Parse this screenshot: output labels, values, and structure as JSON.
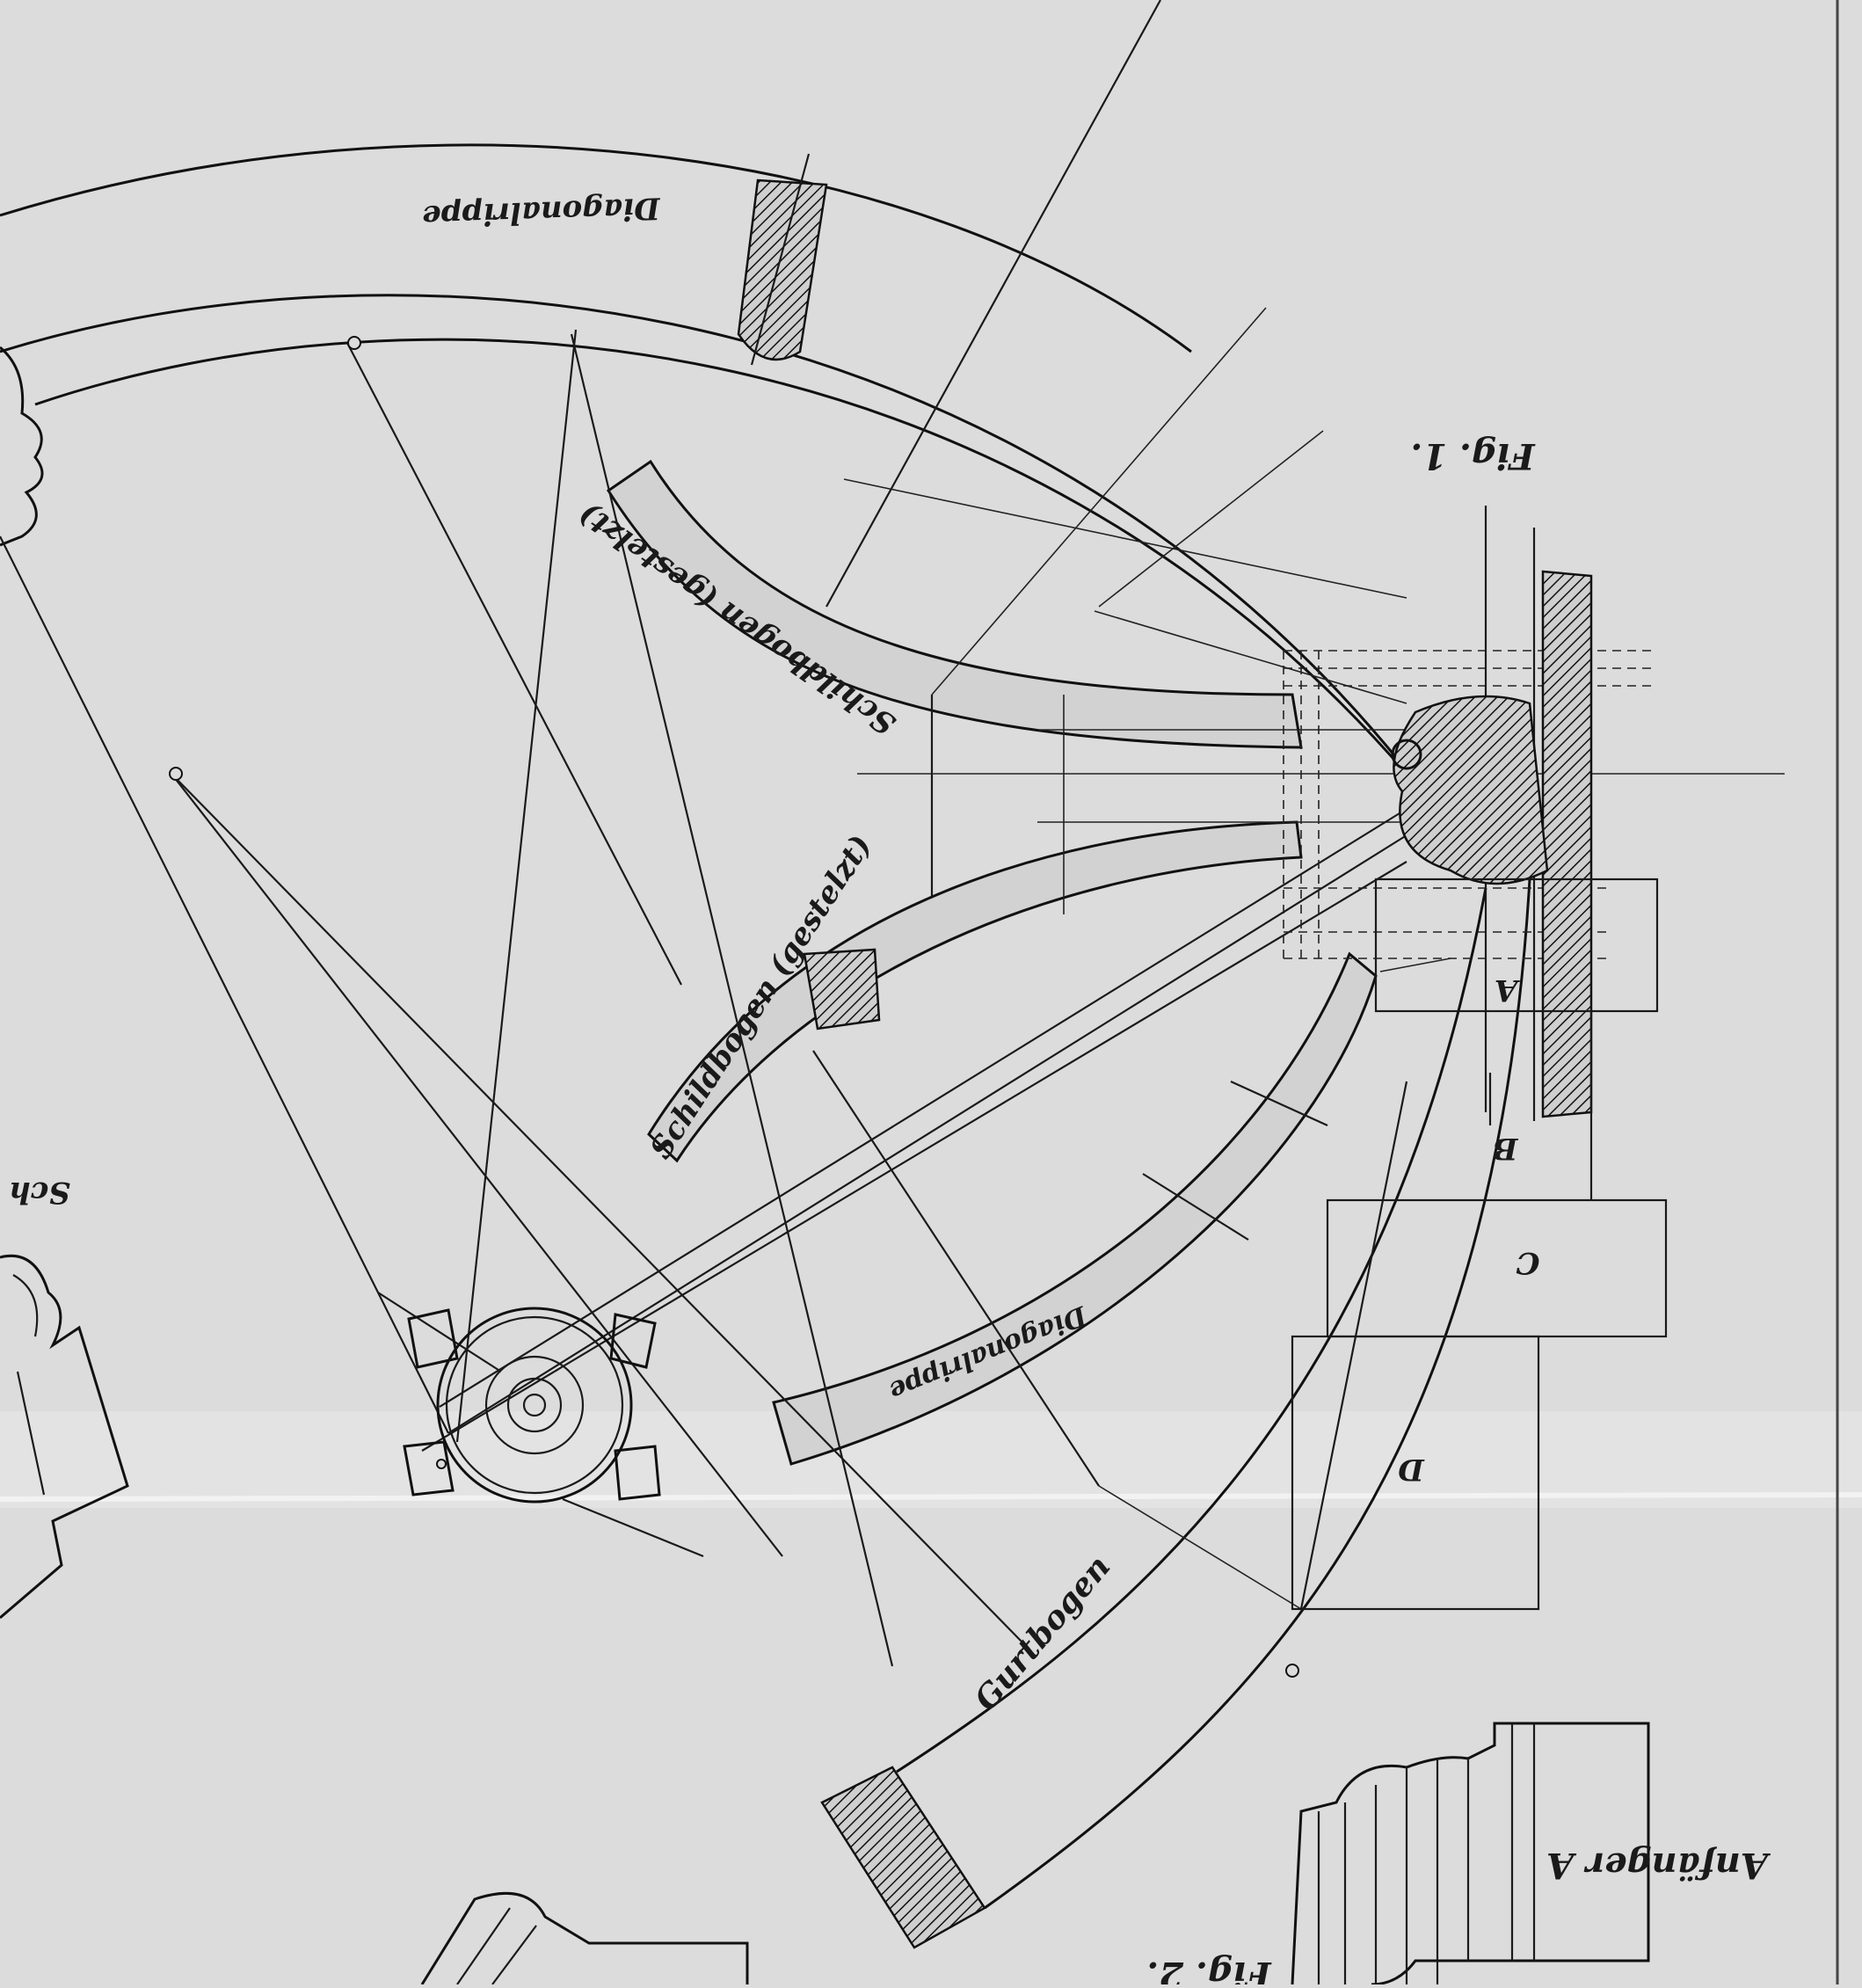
{
  "labels": {
    "diagonalrippe_top": "Diagonalrippe",
    "diagonalrippe_bottom": "Diagonalrippe",
    "schildbogen_top": "Schildbogen (gestelzt)",
    "schildbogen_bottom": "Schildbogen (gestelzt)",
    "gurtbogen": "Gurtbogen",
    "fig1": "Fig. 1.",
    "fig2": "Fig. 2.",
    "anfanger_a": "Anfänger A",
    "letter_a": "A",
    "letter_b": "B",
    "letter_c": "C",
    "letter_d": "D",
    "edge_fragment": "Sch"
  }
}
